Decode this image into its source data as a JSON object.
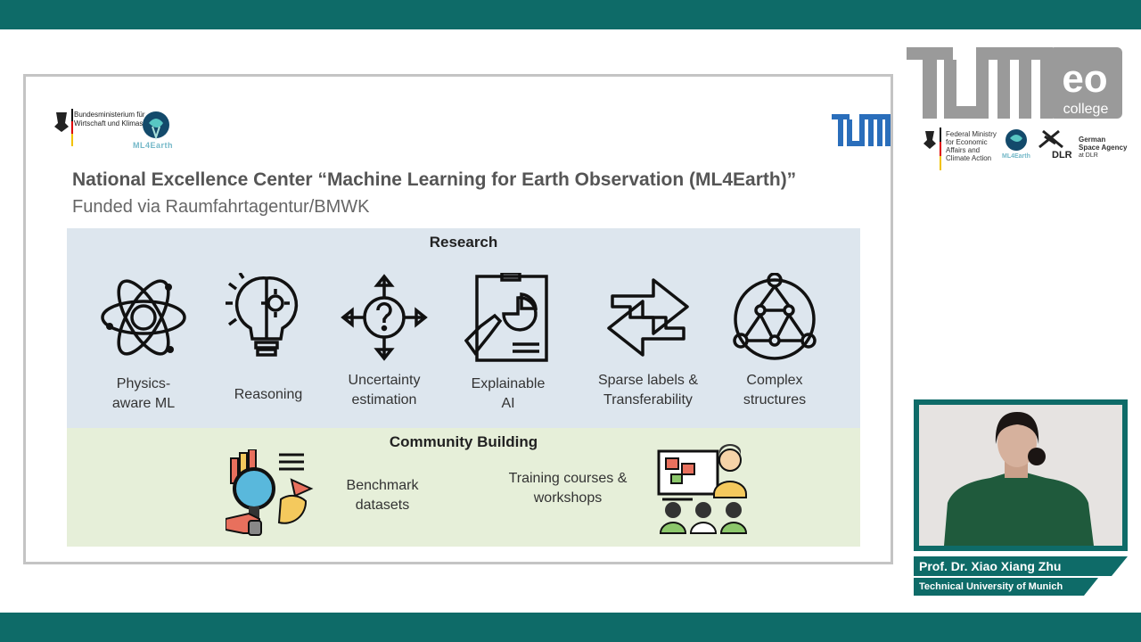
{
  "slide": {
    "bmwk_text": "Bundesministerium für Wirtschaft und Klimaschutz",
    "ml4earth_logo_text": "ML4Earth",
    "tum_logo": "TUM",
    "title": "National Excellence Center “Machine Learning for Earth Observation (ML4Earth)”",
    "subtitle": "Funded via Raumfahrtagentur/BMWK",
    "research": {
      "heading": "Research",
      "items": [
        {
          "label": "Physics-\naware ML",
          "icon": "atom-icon"
        },
        {
          "label": "Reasoning",
          "icon": "lightbulb-gear-icon"
        },
        {
          "label": "Uncertainty\nestimation",
          "icon": "question-arrows-icon"
        },
        {
          "label": "Explainable\nAI",
          "icon": "chart-hand-icon"
        },
        {
          "label": "Sparse labels &\nTransferability",
          "icon": "exchange-arrows-icon"
        },
        {
          "label": "Complex\nstructures",
          "icon": "network-circle-icon"
        }
      ]
    },
    "community": {
      "heading": "Community Building",
      "items": [
        {
          "label": "Benchmark\ndatasets",
          "icon": "magnifier-data-icon"
        },
        {
          "label": "Training courses &\nworkshops",
          "icon": "presentation-audience-icon"
        }
      ]
    }
  },
  "branding": {
    "tum_eo": "TUM eo",
    "college": "college",
    "ministry_text": "Federal Ministry for Economic Affairs and Climate Action",
    "ml4earth_text": "ML4Earth",
    "dlr": "DLR",
    "space_agency": "German Space Agency",
    "at_dlr": "at DLR"
  },
  "speaker": {
    "name": "Prof. Dr. Xiao Xiang Zhu",
    "affiliation": "Technical University of Munich"
  },
  "colors": {
    "brand_teal": "#0e6b68",
    "tum_blue": "#2a6ebb",
    "research_bg": "#dde6ee",
    "community_bg": "#e6efd9"
  }
}
